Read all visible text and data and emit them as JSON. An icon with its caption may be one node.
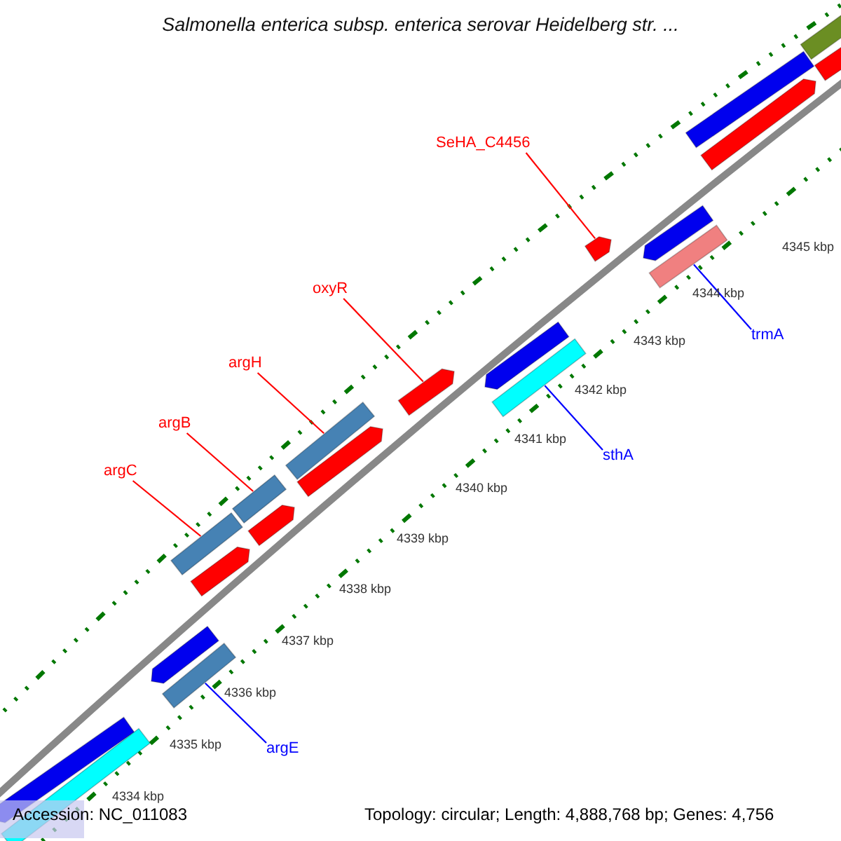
{
  "diagram": {
    "title": "Salmonella enterica subsp. enterica serovar Heidelberg str. ...",
    "nodes": [
      {
        "text": [
          "SeHA_C4456"
        ]
      },
      {
        "text": [
          "oxyR"
        ]
      },
      {
        "text": [
          "trmA"
        ]
      },
      {
        "text": [
          "argH"
        ]
      },
      {
        "text": [
          "sthA"
        ]
      },
      {
        "text": [
          "argB"
        ]
      },
      {
        "text": [
          "argC"
        ]
      },
      {
        "text": [
          "argE"
        ]
      },
      {
        "text": [],
        "shape": "bar"
      },
      {
        "text": [],
        "shape": "bar"
      },
      {
        "text": [],
        "shape": "bar"
      },
      {
        "text": [],
        "shape": "bar"
      },
      {
        "text": [],
        "shape": "bar"
      },
      {
        "text": [],
        "shape": "bar"
      },
      {
        "text": [],
        "shape": "bar"
      },
      {
        "text": [],
        "shape": "bar"
      },
      {
        "text": [],
        "shape": "bar"
      },
      {
        "text": [],
        "shape": "bar"
      },
      {
        "text": [],
        "shape": "bar"
      },
      {
        "text": [],
        "shape": "bar"
      },
      {
        "text": [],
        "shape": "bar"
      },
      {
        "text": [],
        "shape": "bar"
      },
      {
        "text": [],
        "shape": "bar"
      },
      {
        "text": [],
        "shape": "bar"
      },
      {
        "text": [],
        "shape": "bar"
      },
      {
        "text": [],
        "shape": "bar"
      },
      {
        "text": [],
        "shape": "bar"
      },
      {
        "text": [],
        "shape": "bar"
      }
    ],
    "edges": [
      {
        "from": 0,
        "to": 21,
        "arrow": "none"
      },
      {
        "from": 1,
        "to": 18,
        "arrow": "none"
      },
      {
        "from": 2,
        "to": 23,
        "arrow": "none",
        "color": "#0000ff"
      },
      {
        "from": 3,
        "to": 16,
        "arrow": "none"
      },
      {
        "from": 4,
        "to": 20,
        "arrow": "none",
        "color": "#0000ff"
      },
      {
        "from": 5,
        "to": 14,
        "arrow": "none"
      },
      {
        "from": 6,
        "to": 12,
        "arrow": "none"
      },
      {
        "from": 7,
        "to": 11,
        "arrow": "none",
        "color": "#0000ff"
      }
    ],
    "labels": [
      "4345 kbp",
      "4344 kbp",
      "4343 kbp",
      "4342 kbp",
      "4341 kbp",
      "4340 kbp",
      "4339 kbp",
      "4338 kbp",
      "4337 kbp",
      "4336 kbp",
      "4335 kbp",
      "4334 kbp",
      "Accession: NC_011083",
      "Topology: circular; Length: 4,888,768 bp; Genes: 4,756"
    ]
  }
}
